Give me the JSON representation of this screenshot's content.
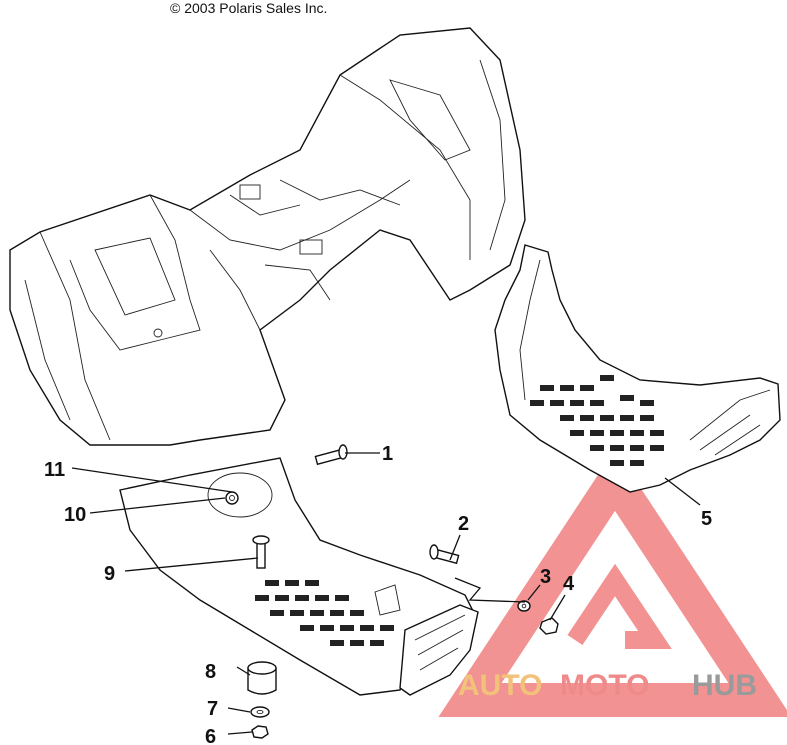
{
  "copyright": "© 2003 Polaris Sales Inc.",
  "callouts": [
    {
      "label": "1"
    },
    {
      "label": "2"
    },
    {
      "label": "3"
    },
    {
      "label": "4"
    },
    {
      "label": "5"
    },
    {
      "label": "6"
    },
    {
      "label": "7"
    },
    {
      "label": "8"
    },
    {
      "label": "9"
    },
    {
      "label": "10"
    },
    {
      "label": "11"
    }
  ],
  "watermark": {
    "part1": "AUTO",
    "part2": "MOTO",
    "part3": "HUB",
    "color_auto": "#f2c27a",
    "color_moto": "#ef8a8a",
    "color_hub": "#9a9a9a",
    "color_triangle": "#f08080"
  }
}
